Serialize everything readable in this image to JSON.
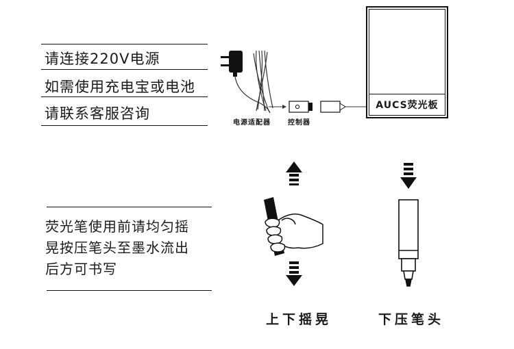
{
  "power_instructions": [
    "请连接220V电源",
    "如需使用充电宝或电池",
    "请联系客服咨询"
  ],
  "components": {
    "adapter_label": "电源适配器",
    "controller_label": "控制器",
    "board_label": "AUCS荧光板"
  },
  "pen_instructions": [
    "荧光笔使用前请均匀摇",
    "晃按压笔头至墨水流出",
    "后方可书写"
  ],
  "steps": {
    "shake_caption": "上下摇晃",
    "press_caption": "下压笔头"
  }
}
